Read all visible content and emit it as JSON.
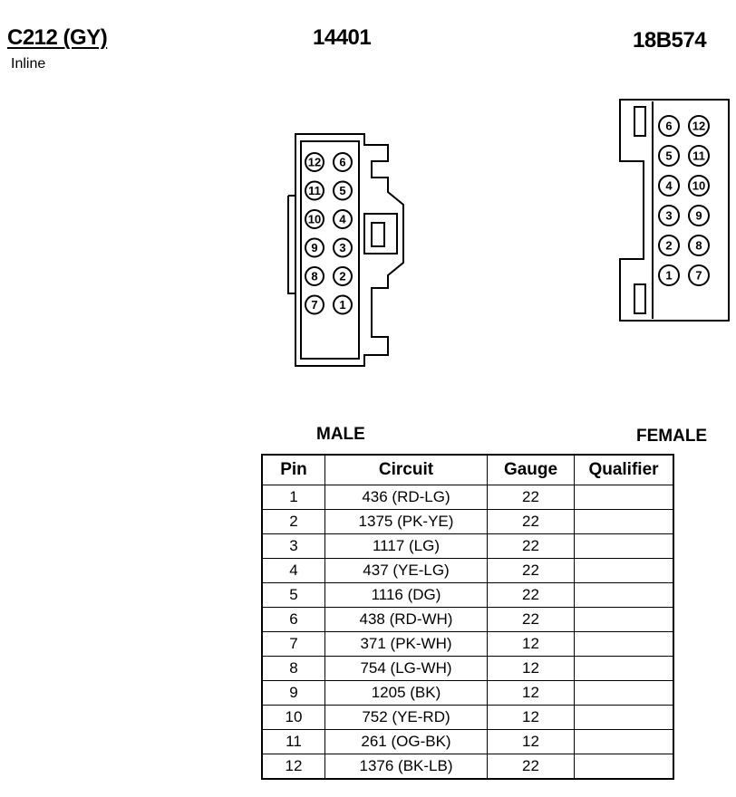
{
  "header": {
    "connector_id": "C212 (GY)",
    "location": "Inline",
    "part_a": "14401",
    "part_b": "18B574"
  },
  "male_label": "MALE",
  "female_label": "FEMALE",
  "table": {
    "columns": [
      "Pin",
      "Circuit",
      "Gauge",
      "Qualifier"
    ],
    "rows": [
      {
        "pin": "1",
        "circuit": "436 (RD-LG)",
        "gauge": "22",
        "qualifier": ""
      },
      {
        "pin": "2",
        "circuit": "1375 (PK-YE)",
        "gauge": "22",
        "qualifier": ""
      },
      {
        "pin": "3",
        "circuit": "1117 (LG)",
        "gauge": "22",
        "qualifier": ""
      },
      {
        "pin": "4",
        "circuit": "437 (YE-LG)",
        "gauge": "22",
        "qualifier": ""
      },
      {
        "pin": "5",
        "circuit": "1116 (DG)",
        "gauge": "22",
        "qualifier": ""
      },
      {
        "pin": "6",
        "circuit": "438 (RD-WH)",
        "gauge": "22",
        "qualifier": ""
      },
      {
        "pin": "7",
        "circuit": "371 (PK-WH)",
        "gauge": "12",
        "qualifier": ""
      },
      {
        "pin": "8",
        "circuit": "754 (LG-WH)",
        "gauge": "12",
        "qualifier": ""
      },
      {
        "pin": "9",
        "circuit": "1205 (BK)",
        "gauge": "12",
        "qualifier": ""
      },
      {
        "pin": "10",
        "circuit": "752 (YE-RD)",
        "gauge": "12",
        "qualifier": ""
      },
      {
        "pin": "11",
        "circuit": "261 (OG-BK)",
        "gauge": "12",
        "qualifier": ""
      },
      {
        "pin": "12",
        "circuit": "1376 (BK-LB)",
        "gauge": "22",
        "qualifier": ""
      }
    ]
  },
  "male_connector": {
    "left_column": [
      "12",
      "11",
      "10",
      "9",
      "8",
      "7"
    ],
    "right_column": [
      "6",
      "5",
      "4",
      "3",
      "2",
      "1"
    ]
  },
  "female_connector": {
    "left_column": [
      "6",
      "5",
      "4",
      "3",
      "2",
      "1"
    ],
    "right_column": [
      "12",
      "11",
      "10",
      "9",
      "8",
      "7"
    ]
  }
}
